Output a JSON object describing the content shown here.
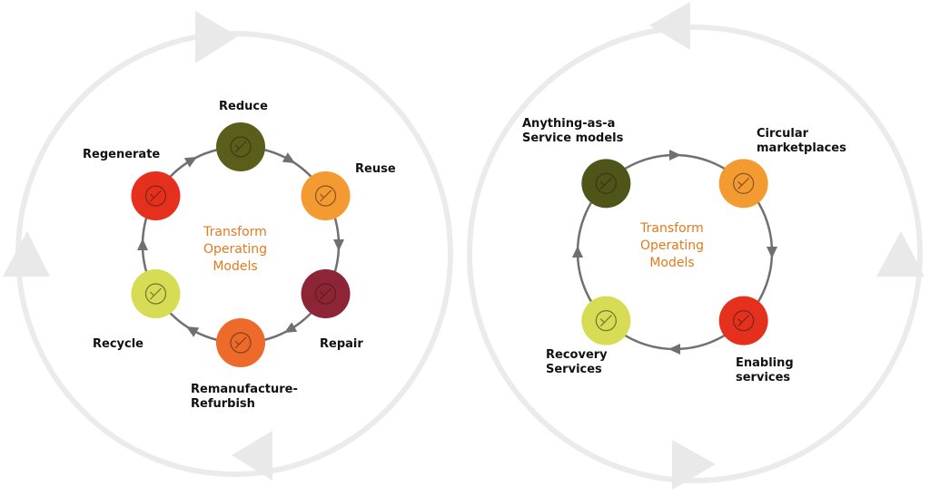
{
  "left_cycle": {
    "center_lines": [
      "Transform",
      "Operating",
      "Models"
    ],
    "nodes": [
      {
        "label": "Reduce",
        "color": "#5a5e1a",
        "icon": "compress-icon"
      },
      {
        "label": "Reuse",
        "color": "#f39a30",
        "icon": "refresh-arrows-icon"
      },
      {
        "label": "Repair",
        "color": "#8e2537",
        "icon": "wrench-screwdriver-icon"
      },
      {
        "label_lines": [
          "Remanufacture-",
          "Refurbish"
        ],
        "color": "#ee6a2a",
        "icon": "gear-box-icon"
      },
      {
        "label": "Recycle",
        "color": "#d7dc55",
        "icon": "recycle-icon"
      },
      {
        "label": "Regenerate",
        "color": "#e5301e",
        "icon": "sprout-icon"
      }
    ]
  },
  "right_cycle": {
    "center_lines": [
      "Transform",
      "Operating",
      "Models"
    ],
    "nodes": [
      {
        "label_lines": [
          "Anything-as-a",
          "Service models"
        ],
        "color": "#4f5418",
        "icon": "globe-network-icon"
      },
      {
        "label_lines": [
          "Circular",
          "marketplaces"
        ],
        "color": "#f39a30",
        "icon": "circular-arrows-icon"
      },
      {
        "label_lines": [
          "Enabling",
          "services"
        ],
        "color": "#e5301e",
        "icon": "gear-wrench-icon"
      },
      {
        "label_lines": [
          "Recovery",
          "Services"
        ],
        "color": "#d7dc55",
        "icon": "gear-cycle-icon"
      }
    ]
  },
  "colors": {
    "ring": "#707070",
    "outer_ring": "#e9e9e9",
    "center_text": "#e07a1f"
  }
}
